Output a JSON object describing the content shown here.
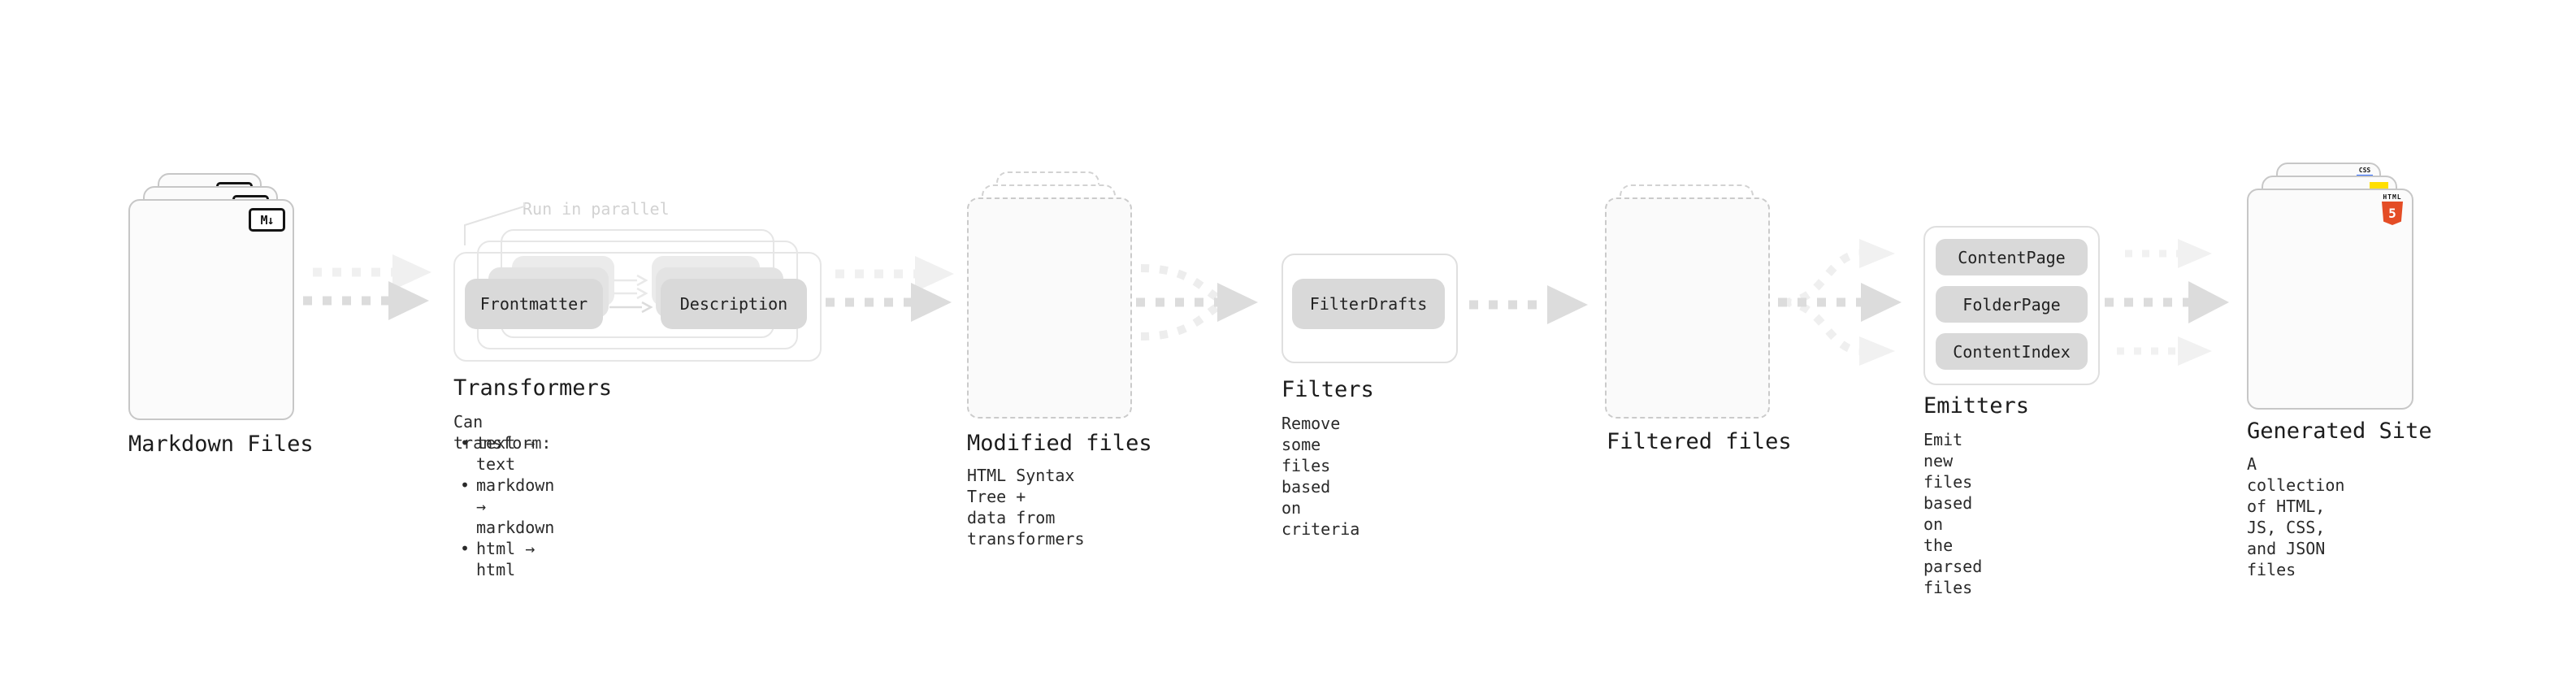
{
  "ui": {
    "bullet": "•"
  },
  "colors": {
    "pill_bg": "#d9d9d9",
    "arrow": "#dcdcdc",
    "arrow_faint": "#f0f0f0",
    "note_text": "#d2d2d2",
    "html5_orange": "#e44d26",
    "js_yellow": "#ffdf00",
    "css_blue": "#2f6bff"
  },
  "stages": {
    "markdown": {
      "label": "Markdown Files",
      "badge": "M↓"
    },
    "transformers": {
      "label": "Transformers",
      "note": "Run in parallel",
      "pill_left": "Frontmatter",
      "pill_right": "Description",
      "desc_title": "Can transform:",
      "bullets": [
        "text → text",
        "markdown → markdown",
        "html → html"
      ]
    },
    "modified": {
      "label": "Modified files",
      "desc": "HTML Syntax Tree +\ndata from transformers"
    },
    "filters": {
      "label": "Filters",
      "pill": "FilterDrafts",
      "desc": "Remove some files based\non criteria"
    },
    "filtered": {
      "label": "Filtered files"
    },
    "emitters": {
      "label": "Emitters",
      "pills": [
        "ContentPage",
        "FolderPage",
        "ContentIndex"
      ],
      "desc": "Emit new files based on\nthe parsed files"
    },
    "site": {
      "label": "Generated Site",
      "desc": "A collection of HTML,\nJS, CSS, and JSON files",
      "badges": {
        "css": "CSS",
        "html_word": "HTML",
        "html_number": "5"
      }
    }
  }
}
